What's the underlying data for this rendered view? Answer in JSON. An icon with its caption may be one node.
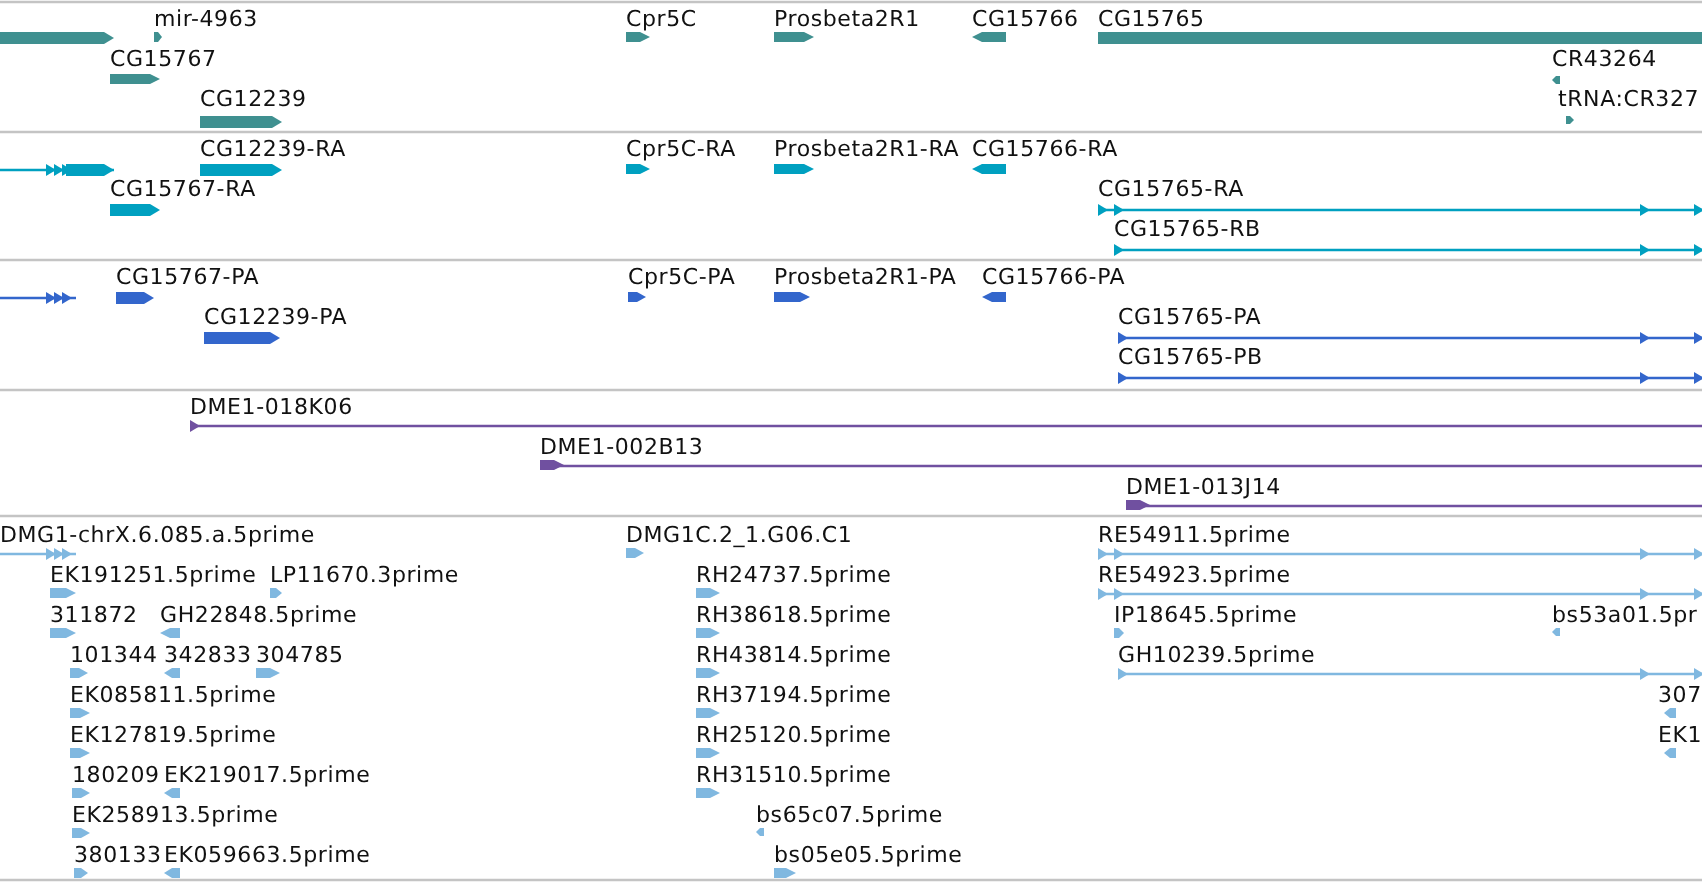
{
  "diagram": {
    "labels": [
      "mir-4963",
      "Cpr5C",
      "Prosbeta2R1",
      "CG15766",
      "CG15765",
      "CG15767",
      "CR43264",
      "CG12239",
      "tRNA:CR327",
      "CG12239-RA",
      "Cpr5C-RA",
      "Prosbeta2R1-RA",
      "CG15766-RA",
      "CG15767-RA",
      "CG15765-RA",
      "CG15765-RB",
      "CG15767-PA",
      "Cpr5C-PA",
      "Prosbeta2R1-PA",
      "CG15766-PA",
      "CG12239-PA",
      "CG15765-PA",
      "CG15765-PB",
      "DME1-018K06",
      "DME1-002B13",
      "DME1-013J14",
      "DMG1-chrX.6.085.a.5prime",
      "DMG1C.2_1.G06.C1",
      "RE54911.5prime",
      "EK191251.5prime",
      "LP11670.3prime",
      "RH24737.5prime",
      "RE54923.5prime",
      "311872",
      "GH22848.5prime",
      "RH38618.5prime",
      "IP18645.5prime",
      "bs53a01.5pr",
      "101344",
      "342833",
      "304785",
      "RH43814.5prime",
      "GH10239.5prime",
      "EK085811.5prime",
      "RH37194.5prime",
      "307",
      "EK127819.5prime",
      "RH25120.5prime",
      "EK1",
      "180209",
      "EK219017.5prime",
      "RH31510.5prime",
      "EK258913.5prime",
      "bs65c07.5prime",
      "380133",
      "EK059663.5prime",
      "bs05e05.5prime"
    ]
  }
}
